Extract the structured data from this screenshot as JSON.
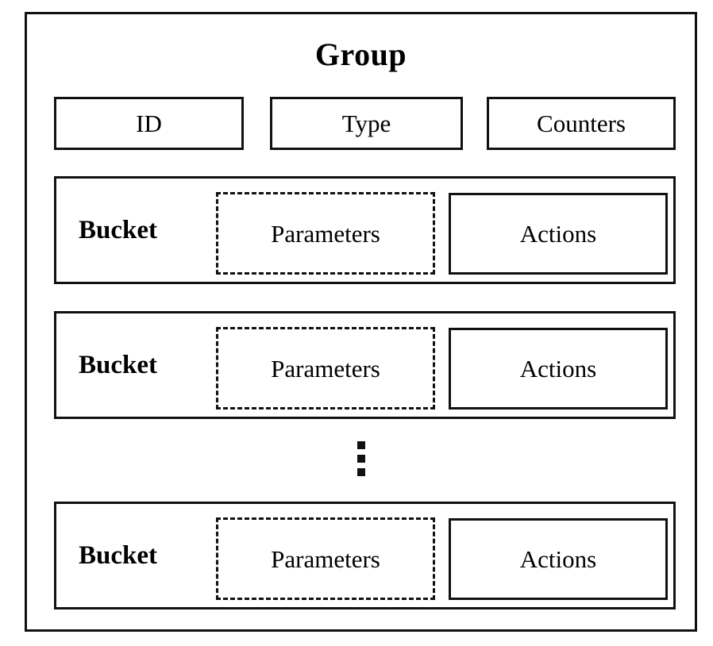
{
  "diagram": {
    "title": "Group",
    "header_fields": [
      {
        "label": "ID"
      },
      {
        "label": "Type"
      },
      {
        "label": "Counters"
      }
    ],
    "bucket_rows": [
      {
        "label": "Bucket",
        "parameters_label": "Parameters",
        "actions_label": "Actions"
      },
      {
        "label": "Bucket",
        "parameters_label": "Parameters",
        "actions_label": "Actions"
      },
      {
        "label": "Bucket",
        "parameters_label": "Parameters",
        "actions_label": "Actions"
      }
    ],
    "continuation": {
      "symbol": "vertical-ellipsis",
      "dot_count": 3
    },
    "colors": {
      "stroke": "#111111",
      "background": "#ffffff",
      "text": "#000000"
    }
  }
}
